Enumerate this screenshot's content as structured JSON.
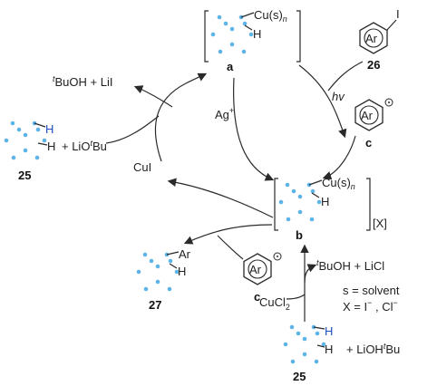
{
  "compounds": {
    "a": {
      "label": "a",
      "substituent_text": "Cu(s)",
      "substituent_sub": "n",
      "h_label": "H"
    },
    "b": {
      "label": "b",
      "substituent_text": "Cu(s)",
      "substituent_sub": "n",
      "h_label": "H",
      "counterion": "[X]"
    },
    "c_top": {
      "label": "c",
      "ring_text": "Ar"
    },
    "c_mid": {
      "label": "c",
      "ring_text": "Ar"
    },
    "c26": {
      "label": "26",
      "ring_text": "Ar",
      "substituent": "I"
    },
    "c25_left": {
      "label": "25",
      "h_top": "H",
      "h_bottom": "H"
    },
    "c25_bottom": {
      "label": "25",
      "h_top": "H",
      "h_bottom": "H"
    },
    "c27": {
      "label": "27",
      "ar_label": "Ar",
      "h_label": "H"
    }
  },
  "reagents": {
    "tbuoh_lii_sup": "t",
    "tbuoh_lii_rest": "BuOH  +  LiI",
    "plus_lio_pre": "+  LiO",
    "plus_lio_sup": "t",
    "plus_lio_post": "Bu",
    "cui": "CuI",
    "ag_plus": "Ag",
    "ag_sup": "+",
    "hv": "hv",
    "tbuoh_licl_sup": "t",
    "tbuoh_licl_rest": "BuOH  +  LiCl",
    "cucl2_pre": "CuCl",
    "cucl2_sub": "2",
    "lioh_pre": "+  LiOH",
    "lioh_sup": "t",
    "lioh_post": "Bu"
  },
  "notes": {
    "solvent": "s = solvent",
    "x_pre": "X = I",
    "x_sup1": "−",
    "x_mid": " , Cl",
    "x_sup2": "−"
  }
}
